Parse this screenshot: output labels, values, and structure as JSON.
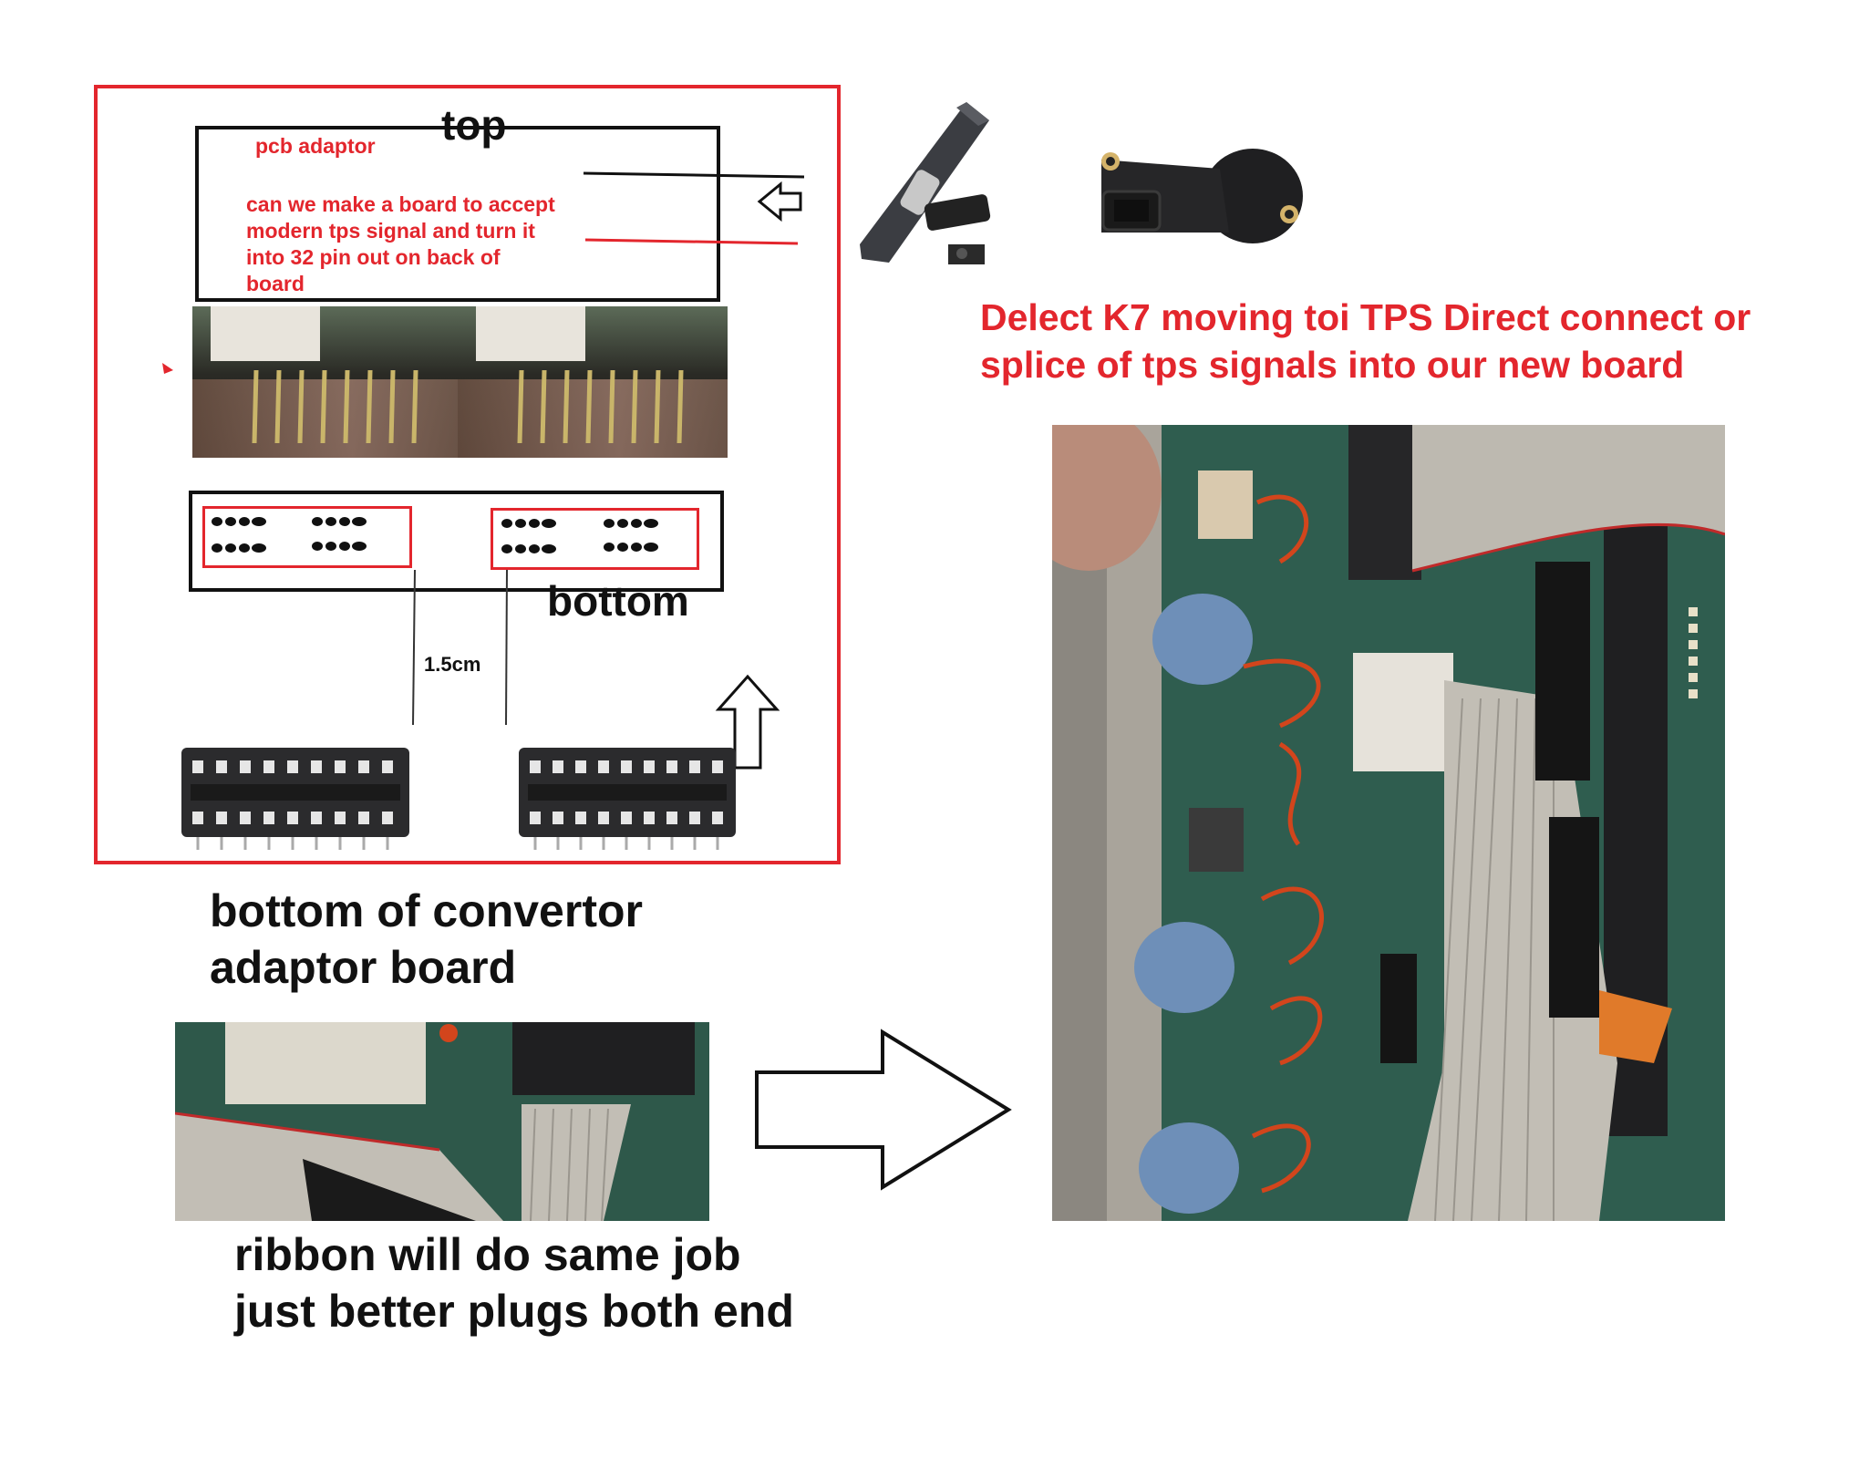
{
  "top_board": {
    "top_label": "top",
    "pcb_label": "pcb adaptor",
    "note_lines": [
      "can we make a board to accept",
      "modern tps signal and turn it",
      "into  32 pin out on back of",
      "board"
    ]
  },
  "bottom_board": {
    "bottom_label": "bottom",
    "spacing_label": "1.5cm"
  },
  "captions": {
    "convertor_lines": [
      "bottom of convertor",
      "adaptor board"
    ],
    "ribbon_lines": [
      "ribbon will do same job",
      "just better plugs both end"
    ],
    "tps_lines": [
      "Delect K7  moving toi TPS Direct connect or",
      "splice of tps signals into our new board"
    ]
  },
  "colors": {
    "annotation_red": "#e3262d",
    "outline_black": "#111111"
  },
  "icons": [
    "arrow-left-icon",
    "arrow-up-icon",
    "arrow-right-icon"
  ]
}
